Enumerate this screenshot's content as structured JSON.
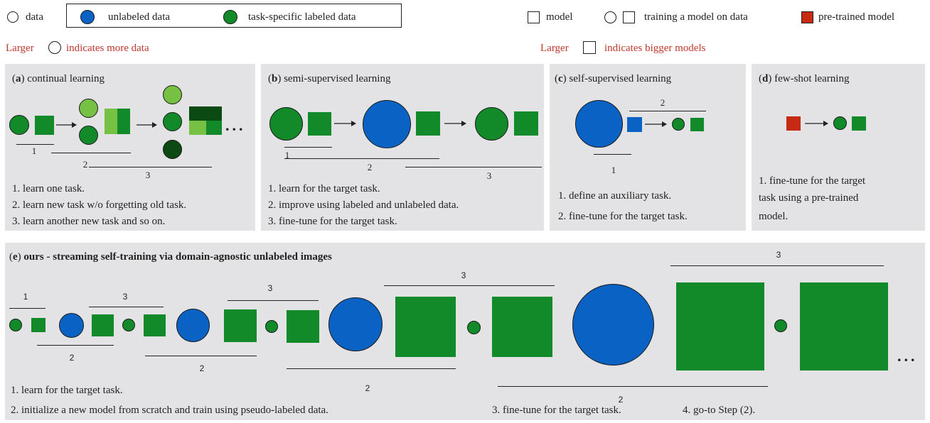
{
  "legend": {
    "data": "data",
    "unlabeled": "unlabeled data",
    "labeled": "task-specific labeled data",
    "model": "model",
    "training": "training a model on data",
    "pretrained": "pre-trained model",
    "larger_data_prefix": "Larger",
    "larger_data_suffix": "indicates more data",
    "larger_model_prefix": "Larger",
    "larger_model_suffix": "indicates bigger models"
  },
  "colors": {
    "unlabeled": "#0a63c4",
    "labeled": "#138a2a",
    "labeled_light": "#76c043",
    "labeled_dark": "#0c4a14",
    "pretrained": "#c72a12",
    "panel": "#e3e3e5",
    "note": "#c0392b"
  },
  "panels": {
    "a": {
      "letter": "a",
      "title": "continual learning",
      "nums": [
        "1",
        "2",
        "3"
      ],
      "steps": [
        "1. learn one task.",
        "2. learn new task w/o forgetting old task.",
        "3. learn another new task and so on."
      ]
    },
    "b": {
      "letter": "b",
      "title": "semi-supervised learning",
      "nums": [
        "1",
        "2",
        "3"
      ],
      "steps": [
        "1. learn for the target task.",
        "2. improve using labeled and unlabeled data.",
        "3. fine-tune for the target task."
      ]
    },
    "c": {
      "letter": "c",
      "title": "self-supervised learning",
      "nums": [
        "2",
        "1"
      ],
      "steps": [
        "1. define an auxiliary task.",
        "2. fine-tune for the target task."
      ]
    },
    "d": {
      "letter": "d",
      "title": "few-shot learning",
      "steps": [
        "1. fine-tune for the target",
        "task using a pre-trained",
        "model."
      ]
    },
    "e": {
      "letter": "e",
      "title": "ours - streaming self-training via domain-agnostic unlabeled images",
      "nums": [
        "1",
        "3",
        "3",
        "3",
        "3",
        "2",
        "2",
        "2",
        "2"
      ],
      "steps": [
        "1. learn for the target task.",
        "2. initialize a new model from scratch and train using pseudo-labeled data.",
        "3. fine-tune for the target task.",
        "4. go-to Step (2)."
      ]
    }
  }
}
